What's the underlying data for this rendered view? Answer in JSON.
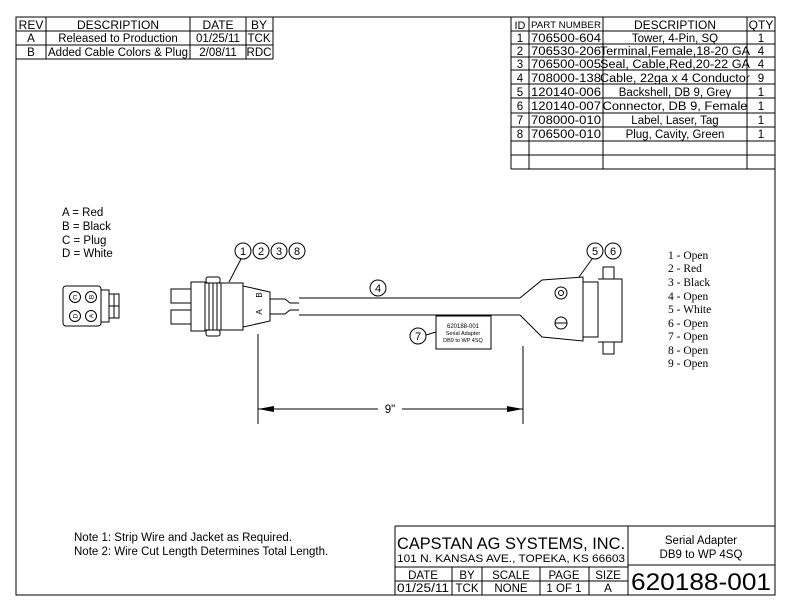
{
  "revision_block": {
    "headers": [
      "REV",
      "DESCRIPTION",
      "DATE",
      "BY"
    ],
    "rows": [
      {
        "rev": "A",
        "description": "Released to Production",
        "date": "01/25/11",
        "by": "TCK"
      },
      {
        "rev": "B",
        "description": "Added Cable Colors & Plug",
        "date": "2/08/11",
        "by": "RDC"
      }
    ]
  },
  "parts_list": {
    "headers": [
      "ID",
      "PART NUMBER",
      "DESCRIPTION",
      "QTY"
    ],
    "rows": [
      {
        "id": "1",
        "part": "706500-604",
        "description": "Tower, 4-Pin, SQ",
        "qty": "1"
      },
      {
        "id": "2",
        "part": "706530-206",
        "description": "Terminal,Female,18-20 GA",
        "qty": "4"
      },
      {
        "id": "3",
        "part": "706500-005",
        "description": "Seal, Cable,Red,20-22 GA",
        "qty": "4"
      },
      {
        "id": "4",
        "part": "708000-138",
        "description": "Cable, 22ga x 4 Conductor",
        "qty": "9"
      },
      {
        "id": "5",
        "part": "120140-006",
        "description": "Backshell, DB 9, Grey",
        "qty": "1"
      },
      {
        "id": "6",
        "part": "120140-007",
        "description": "Connector, DB 9, Female",
        "qty": "1"
      },
      {
        "id": "7",
        "part": "708000-010",
        "description": "Label, Laser, Tag",
        "qty": "1"
      },
      {
        "id": "8",
        "part": "706500-010",
        "description": "Plug, Cavity, Green",
        "qty": "1"
      }
    ]
  },
  "color_legend": [
    "A = Red",
    "B = Black",
    "C = Plug",
    "D = White"
  ],
  "pin_list": [
    "1 - Open",
    "2 - Red",
    "3 - Black",
    "4 - Open",
    "5 - White",
    "6 - Open",
    "7 - Open",
    "8 - Open",
    "9 - Open"
  ],
  "balloons": {
    "b1": "1",
    "b2": "2",
    "b3": "3",
    "b8": "8",
    "b4": "4",
    "b5": "5",
    "b6": "6",
    "b7": "7"
  },
  "connector_letters": {
    "a": "A",
    "b": "B",
    "c": "C",
    "d": "D"
  },
  "cable_label": {
    "line1": "620188-001",
    "line2": "Serial Adapter",
    "line3": "DB9 to WP 4SQ"
  },
  "dimension": "9\"",
  "notes": [
    "Note 1: Strip Wire and Jacket as Required.",
    "Note 2: Wire Cut Length Determines Total Length."
  ],
  "title_block": {
    "company": "CAPSTAN AG SYSTEMS, INC.",
    "address": "101 N. KANSAS AVE., TOPEKA, KS 66603",
    "title_line1": "Serial Adapter",
    "title_line2": "DB9 to WP 4SQ",
    "headers": [
      "DATE",
      "BY",
      "SCALE",
      "PAGE",
      "SIZE"
    ],
    "values": [
      "01/25/11",
      "TCK",
      "NONE",
      "1 OF 1",
      "A"
    ],
    "drawing_number": "620188-001"
  }
}
